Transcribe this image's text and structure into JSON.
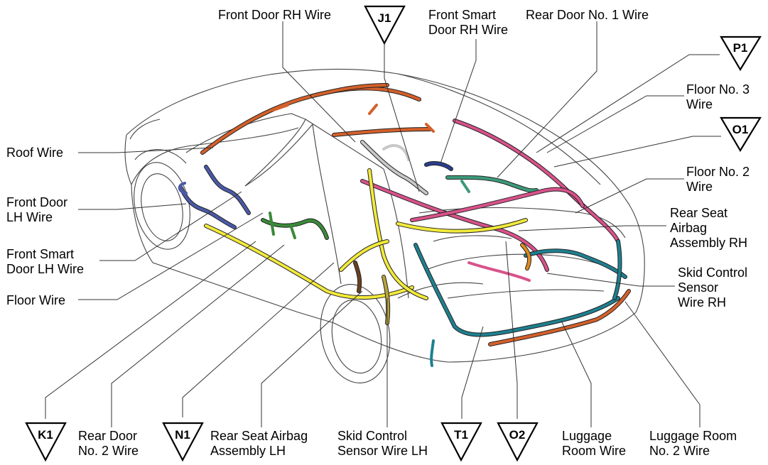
{
  "title": "",
  "colors": {
    "roof": "#d4602a",
    "front_door_rh": "#c8c8c8",
    "front_smart_door_rh": "#2a3f8f",
    "front_door_lh": "#4a5aa8",
    "front_smart_door_lh": "#4a5aa8",
    "floor_main": "#f2ea3a",
    "rear_door_1": "#3c9a7a",
    "rear_door_2": "#3a8a3a",
    "floor_2": "#d8528a",
    "floor_3": "#d4602a",
    "skid_lh": "#b9a43a",
    "skid_rh": "#1e8090",
    "luggage": "#1e8090",
    "luggage_2": "#d4602a",
    "airbag_rh": "#e08a20",
    "airbag_lh": "#6a4020"
  },
  "labels": {
    "front_door_rh_wire": "Front Door RH Wire",
    "front_smart_door_rh_wire_1": "Front Smart",
    "front_smart_door_rh_wire_2": "Door RH Wire",
    "rear_door_no1_wire": "Rear Door No. 1 Wire",
    "roof_wire": "Roof Wire",
    "front_door_lh_wire_1": "Front Door",
    "front_door_lh_wire_2": "LH Wire",
    "front_smart_door_lh_wire_1": "Front Smart",
    "front_smart_door_lh_wire_2": "Door LH Wire",
    "floor_wire": "Floor Wire",
    "floor_no3_wire_1": "Floor No. 3",
    "floor_no3_wire_2": "Wire",
    "floor_no2_wire_1": "Floor No. 2",
    "floor_no2_wire_2": "Wire",
    "rear_seat_airbag_rh_1": "Rear Seat",
    "rear_seat_airbag_rh_2": "Airbag",
    "rear_seat_airbag_rh_3": "Assembly RH",
    "skid_control_rh_1": "Skid Control",
    "skid_control_rh_2": "Sensor",
    "skid_control_rh_3": "Wire RH",
    "rear_door_no2_wire_1": "Rear Door",
    "rear_door_no2_wire_2": "No. 2 Wire",
    "rear_seat_airbag_lh_1": "Rear Seat Airbag",
    "rear_seat_airbag_lh_2": "Assembly LH",
    "skid_control_lh_1": "Skid Control",
    "skid_control_lh_2": "Sensor Wire LH",
    "luggage_room_wire_1": "Luggage",
    "luggage_room_wire_2": "Room Wire",
    "luggage_room_no2_wire_1": "Luggage Room",
    "luggage_room_no2_wire_2": "No. 2 Wire"
  },
  "markers": {
    "j1": "J1",
    "p1": "P1",
    "o1": "O1",
    "k1": "K1",
    "n1": "N1",
    "t1": "T1",
    "o2": "O2"
  }
}
